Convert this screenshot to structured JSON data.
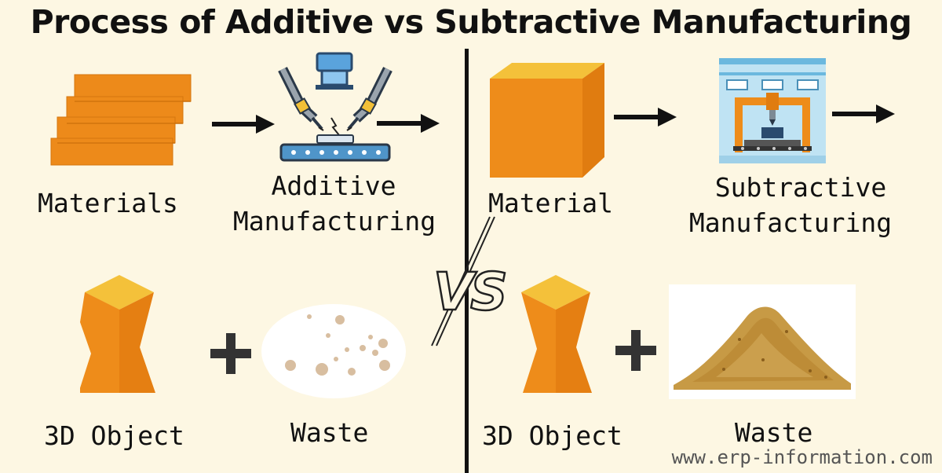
{
  "title": "Process of Additive vs Subtractive Manufacturing",
  "vs_label": "VS",
  "additive": {
    "materials_label": "Materials",
    "process_label_line1": "Additive",
    "process_label_line2": "Manufacturing",
    "object_label": "3D Object",
    "waste_label": "Waste"
  },
  "subtractive": {
    "material_label": "Material",
    "process_label_line1": "Subtractive",
    "process_label_line2": "Manufacturing",
    "object_label": "3D Object",
    "waste_label": "Waste"
  },
  "footer": "www.erp-information.com",
  "colors": {
    "background": "#fdf7e3",
    "orange": "#ee8c1a",
    "orange_top": "#f4c13a",
    "arrow": "#111111"
  }
}
